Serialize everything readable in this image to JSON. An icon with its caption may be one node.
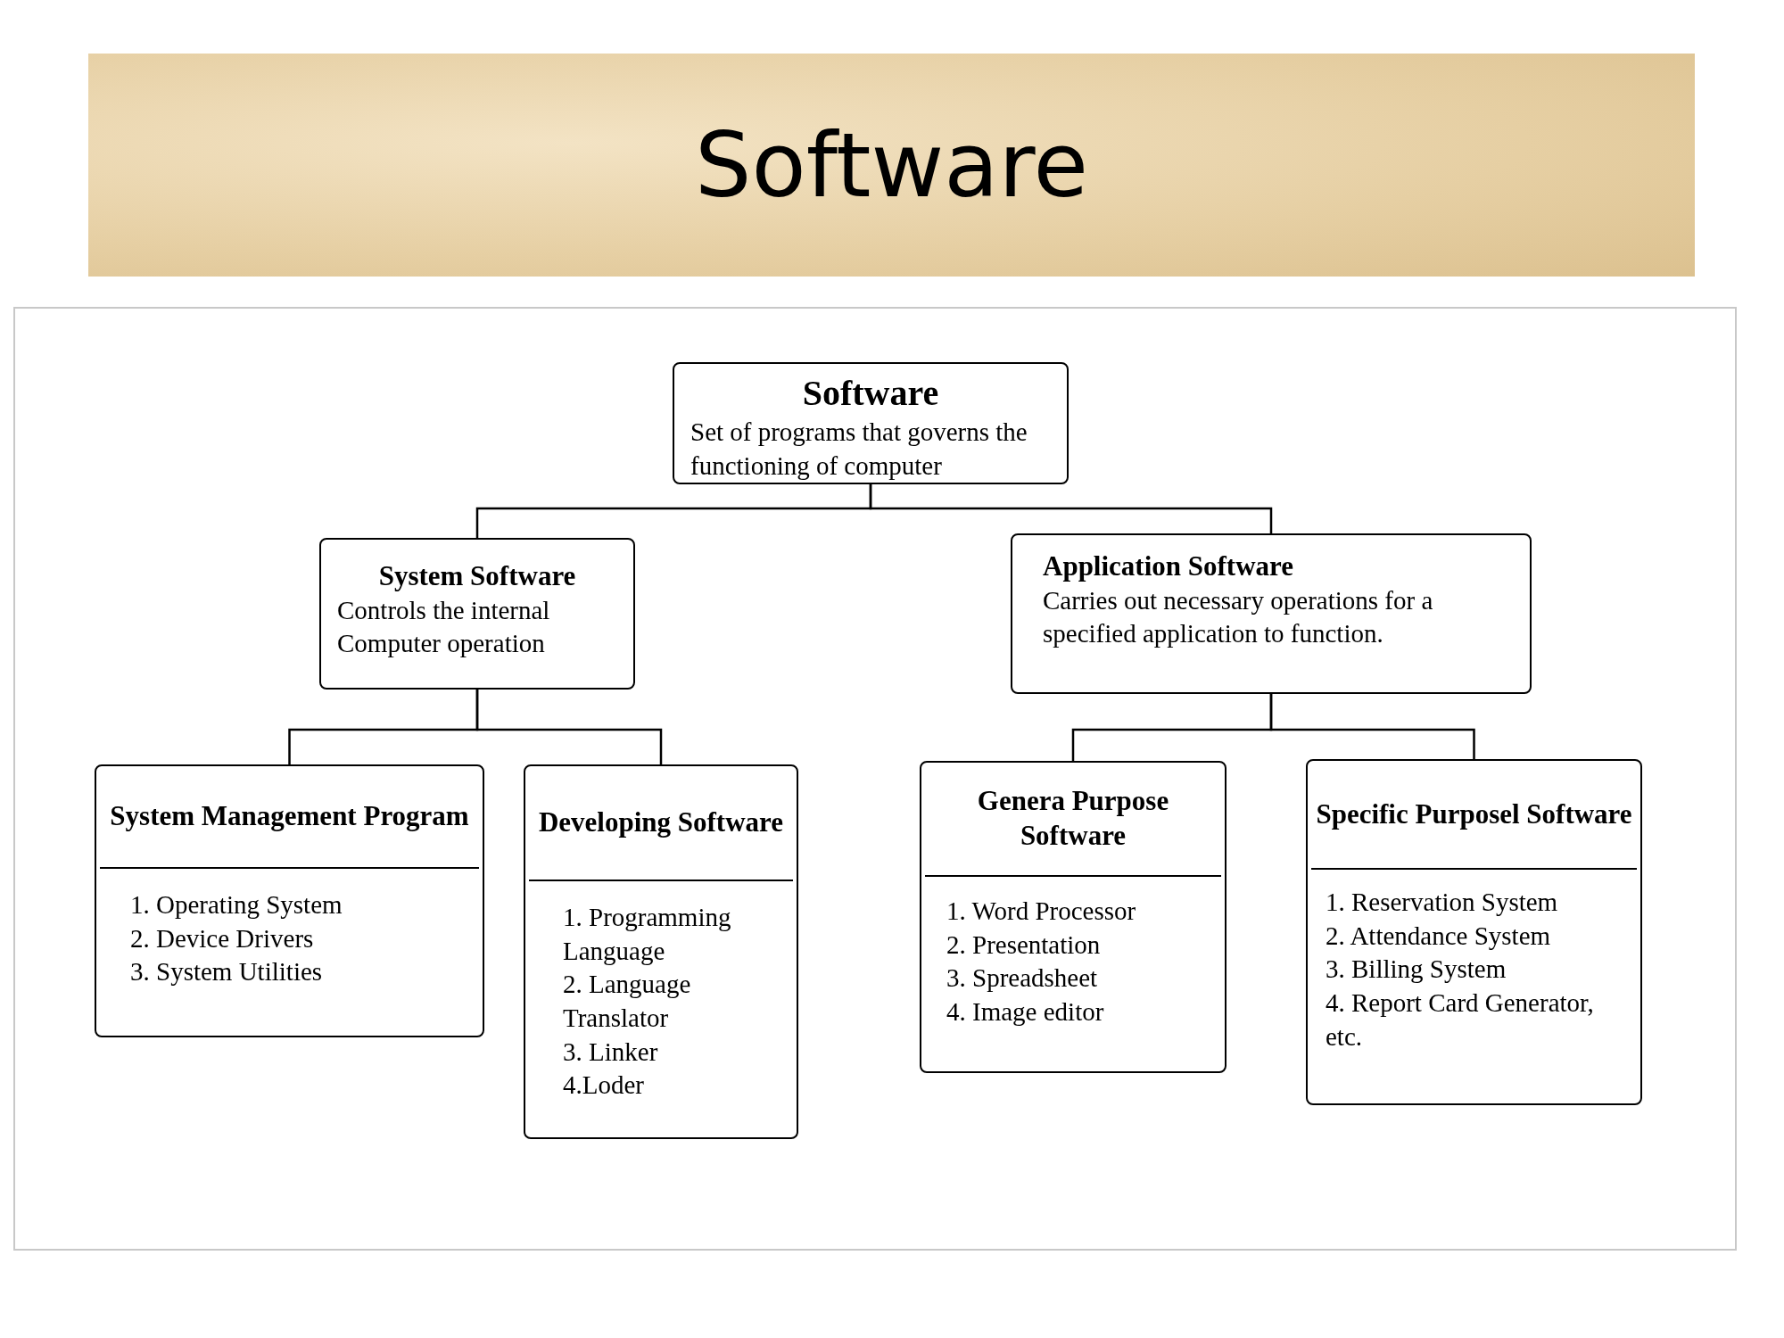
{
  "diagram": {
    "title": "Software",
    "nodes": [
      {
        "text": [
          "Software",
          "Set of programs that governs the functioning of computer"
        ]
      },
      {
        "text": [
          "System Software",
          "Controls the internal Computer operation"
        ]
      },
      {
        "text": [
          "Application Software",
          "Carries out necessary operations for a specified application to function."
        ]
      },
      {
        "text": [
          "System Management Program",
          "1. Operating System",
          "2. Device Drivers",
          "3. System Utilities"
        ]
      },
      {
        "text": [
          "Developing Software",
          "1. Programming Language",
          "2. Language Translator",
          "3. Linker",
          "4.Loder"
        ]
      },
      {
        "text": [
          "Genera Purpose Software",
          "1. Word Processor",
          "2. Presentation",
          "3. Spreadsheet",
          "4. Image editor"
        ]
      },
      {
        "text": [
          "Specific Purposel Software",
          "1. Reservation System",
          "2. Attendance System",
          "3. Billing System",
          "4. Report Card Generator, etc."
        ]
      }
    ],
    "edges": [
      {
        "from": 0,
        "to": 1,
        "arrow": "none"
      },
      {
        "from": 0,
        "to": 2,
        "arrow": "none"
      },
      {
        "from": 1,
        "to": 3,
        "arrow": "none"
      },
      {
        "from": 1,
        "to": 4,
        "arrow": "none"
      },
      {
        "from": 2,
        "to": 5,
        "arrow": "none"
      },
      {
        "from": 2,
        "to": 6,
        "arrow": "none"
      }
    ]
  }
}
